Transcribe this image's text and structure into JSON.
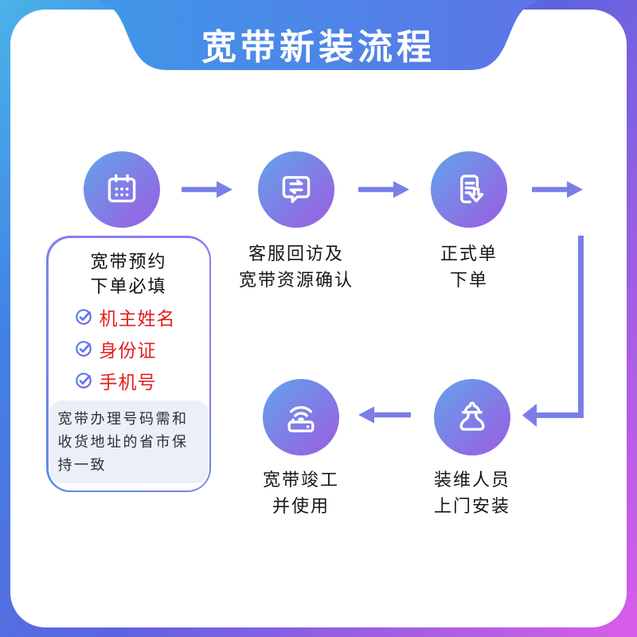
{
  "banner": {
    "title": "宽带新装流程"
  },
  "steps": [
    {
      "key": "broadband-reservation",
      "icon": "calendar-icon",
      "box": {
        "title_lines": [
          "宽带预约",
          "下单必填"
        ],
        "checklist": [
          "机主姓名",
          "身份证",
          "手机号"
        ],
        "note": "宽带办理号码需和收货地址的省市保持一致"
      }
    },
    {
      "key": "service-callback",
      "icon": "chat-transfer-icon",
      "label_lines": [
        "客服回访及",
        "宽带资源确认"
      ]
    },
    {
      "key": "formal-order",
      "icon": "document-download-icon",
      "label_lines": [
        "正式单",
        "下单"
      ]
    },
    {
      "key": "door-installation",
      "icon": "worker-icon",
      "label_lines": [
        "装维人员",
        "上门安装"
      ]
    },
    {
      "key": "completion-use",
      "icon": "router-wifi-icon",
      "label_lines": [
        "宽带竣工",
        "并使用"
      ]
    }
  ],
  "colors": {
    "frame_gradient": [
      "#4AB4E9",
      "#4181E5",
      "#5F63DF",
      "#A35EE4",
      "#DA5CE9"
    ],
    "banner_gradient": [
      "#3F97E8",
      "#5C74E7"
    ],
    "circle_gradient": [
      "#63A3EB",
      "#9766E1"
    ],
    "arrow": "#7A7FE8",
    "box_border_gradient": [
      "#5C8BEA",
      "#9779EF"
    ],
    "checklist_text": "#E51D1D",
    "note_background": "#ECEFF8",
    "label_text": "#17171C"
  }
}
